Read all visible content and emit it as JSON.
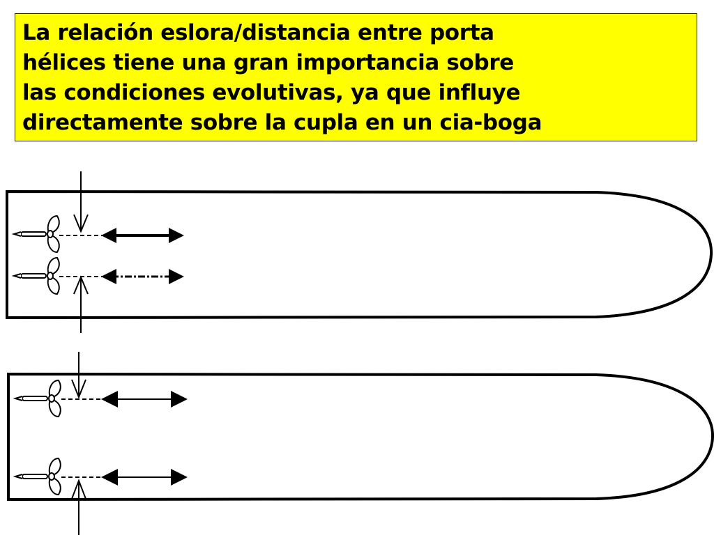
{
  "title": {
    "lines": [
      "La relación eslora/distancia entre porta",
      "hélices tiene una gran importancia sobre",
      "las condiciones evolutivas, ya que influye",
      "directamente sobre la cupla en un cia-boga"
    ]
  },
  "colors": {
    "title_background": "#ffff00",
    "ink": "#000000",
    "page_background": "#ffffff"
  }
}
